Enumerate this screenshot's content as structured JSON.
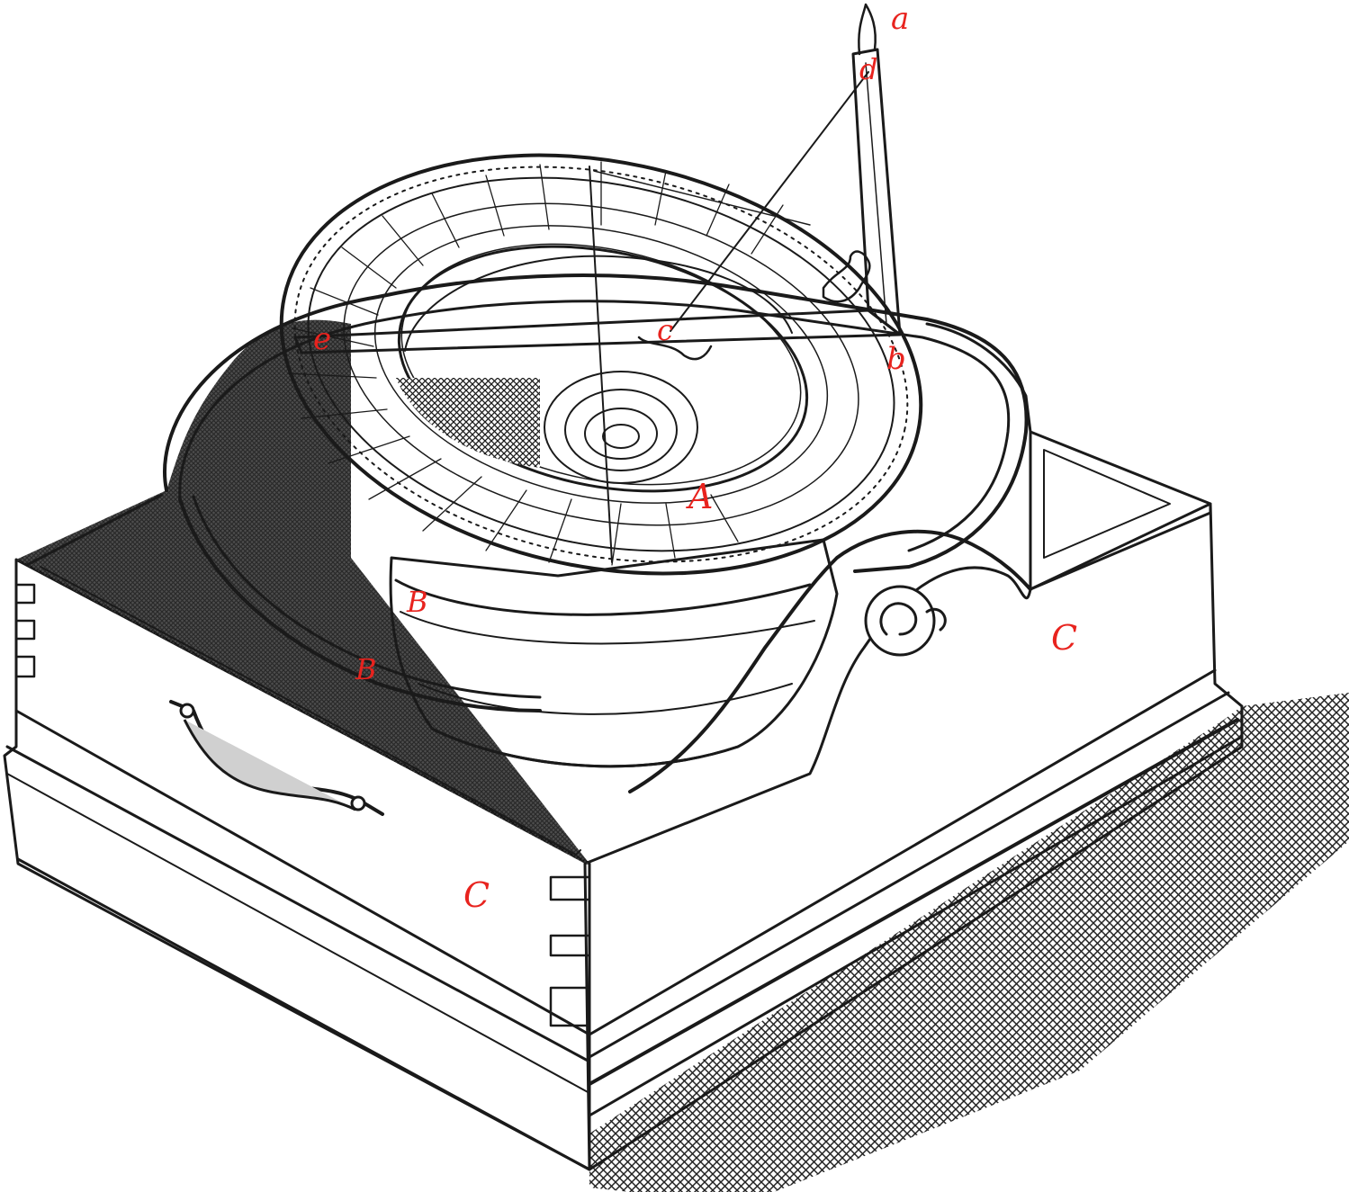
{
  "labels": {
    "a": "a",
    "d": "d",
    "e_left": "e",
    "c": "c",
    "b": "b",
    "A": "A",
    "B_upper": "B",
    "B_lower": "B",
    "C_front": "C",
    "C_side": "C"
  },
  "colors": {
    "ink": "#1a1a1a",
    "label": "#e8231e",
    "paper": "#ffffff"
  }
}
